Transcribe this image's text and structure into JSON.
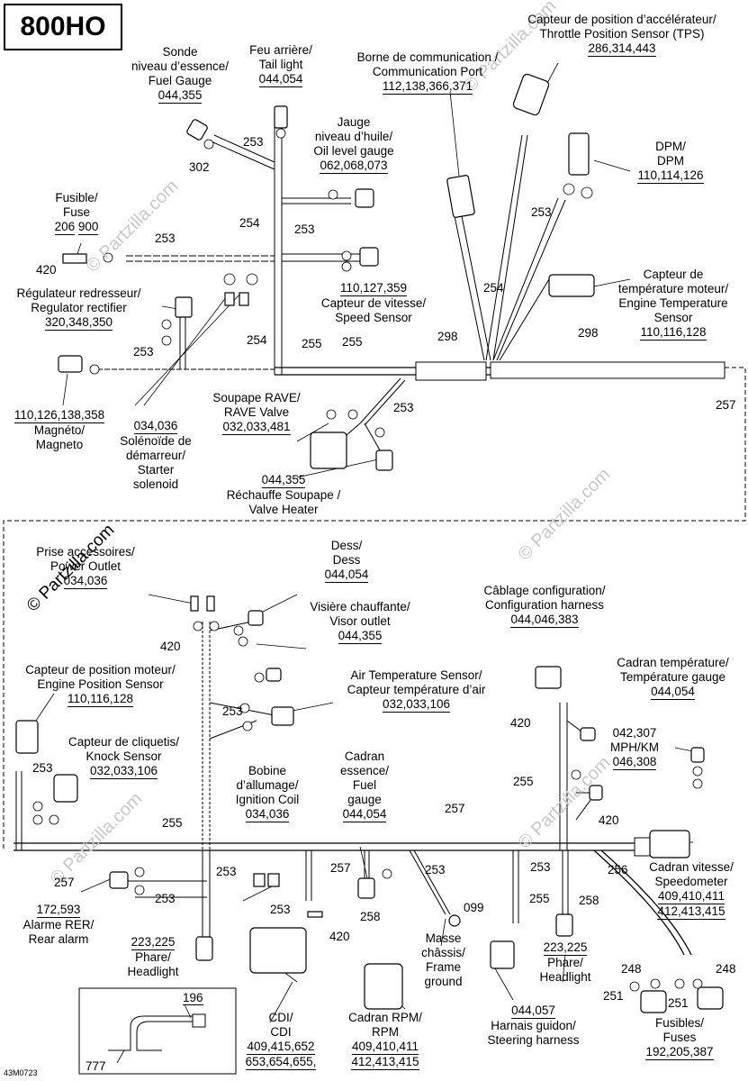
{
  "header": {
    "model": "800HO",
    "doc_id": "43M0723"
  },
  "watermark": {
    "text": "© Partzilla.com",
    "short": "Partzilla.com"
  },
  "components": {
    "throttle": {
      "fr": "Capteur de position d’accélérateur/",
      "en": "Throttle Position Sensor (TPS)",
      "parts": "286,314,443"
    },
    "fuel_sender": {
      "l1": "Sonde",
      "l2": "niveau d’essence/",
      "l3": "Fuel Gauge",
      "parts": "044,355"
    },
    "tail_light": {
      "fr": "Feu arrière/",
      "en": "Tail light",
      "parts": "044,054"
    },
    "comm_port": {
      "fr": "Borne de communication /",
      "en": "Communication Port",
      "parts": "112,138,366,371"
    },
    "oil_gauge": {
      "l1": "Jauge",
      "l2": "niveau d’huile/",
      "l3": "Oil level gauge",
      "parts": "062,068,073"
    },
    "dpm": {
      "fr": "DPM/",
      "en": "DPM",
      "parts": "110,114,126"
    },
    "fuse": {
      "fr": "Fusible/",
      "en": "Fuse",
      "p1": "206",
      "p2": "900"
    },
    "speed_sensor": {
      "parts": "110,127,359",
      "fr": "Capteur de vitesse/",
      "en": "Speed Sensor"
    },
    "engine_temp": {
      "l1": "Capteur de",
      "l2": "température moteur/",
      "l3": "Engine Temperature",
      "l4": "Sensor",
      "parts": "110,116,128"
    },
    "regulator": {
      "fr": "Régulateur redresseur/",
      "en": "Regulator rectifier",
      "parts": "320,348,350"
    },
    "magneto": {
      "parts": "110,126,138,358",
      "fr": "Magnéto/",
      "en": "Magneto"
    },
    "rave": {
      "fr": "Soupape RAVE/",
      "en": "RAVE Valve",
      "parts": "032,033,481"
    },
    "starter": {
      "parts": "034,036",
      "l1": "Solénoïde de",
      "l2": "démarreur/",
      "l3": "Starter",
      "l4": "solenoid"
    },
    "valve_heater": {
      "parts": "044,355",
      "fr": "Réchauffe Soupape /",
      "en": "Valve Heater"
    },
    "power_outlet": {
      "fr": "Prise accessoires/",
      "en": "Power Outlet",
      "parts": "034,036"
    },
    "dess": {
      "fr": "Dess/",
      "en": "Dess",
      "parts": "044,054"
    },
    "visor": {
      "fr": "Visière chauffante/",
      "en": "Visor outlet",
      "parts": "044,355"
    },
    "config": {
      "fr": "Câblage configuration/",
      "en": "Configuration harness",
      "parts": "044,046,383"
    },
    "engine_pos": {
      "fr": "Capteur de position moteur/",
      "en": "Engine Position Sensor",
      "parts": "110,116,128"
    },
    "air_temp": {
      "en": "Air Temperature Sensor/",
      "fr": "Capteur température d’air",
      "parts": "032,033,106"
    },
    "temp_gauge": {
      "fr": "Cadran température/",
      "en": "Température gauge",
      "parts": "044,054"
    },
    "knock": {
      "fr": "Capteur de cliquetis/",
      "en": "Knock Sensor",
      "parts": "032,033,106"
    },
    "mph": {
      "parts_a": "042,307",
      "label": "MPH/KM",
      "parts_b": "046,308"
    },
    "ignition": {
      "l1": "Bobine",
      "l2": "d’allumage/",
      "l3": "Ignition Coil",
      "parts": "034,036"
    },
    "fuel_gauge": {
      "l1": "Cadran",
      "l2": "essence/",
      "l3": "Fuel",
      "l4": "gauge",
      "parts": "044,054"
    },
    "speedometer": {
      "fr": "Cadran vitesse/",
      "en": "Speedometer",
      "p1": "409,410,411",
      "p2": "412,413,415"
    },
    "rear_alarm": {
      "parts": "172,593",
      "fr": "Alarme RER/",
      "en": "Rear alarm"
    },
    "headlight_l": {
      "parts": "223,225",
      "fr": "Phare/",
      "en": "Headlight"
    },
    "headlight_r": {
      "parts": "223,225",
      "fr": "Phare/",
      "en": "Headlight"
    },
    "ground": {
      "part": "099",
      "l1": "Masse",
      "l2": "châssis/",
      "l3": "Frame",
      "l4": "ground"
    },
    "cdi": {
      "fr": "CDI/",
      "en": "CDI",
      "p1": "409,415,652",
      "p2": "653,654,655,"
    },
    "rpm": {
      "fr": "Cadran RPM/",
      "en": "RPM",
      "p1": "409,410,411",
      "p2": "412,413,415"
    },
    "steering": {
      "parts": "044,057",
      "fr": "Harnais guidon/",
      "en": "Steering harness"
    },
    "fuses": {
      "fr": "Fusibles/",
      "en": "Fuses",
      "parts": "192,205,387"
    }
  },
  "callouts": {
    "c302": "302",
    "c253a": "253",
    "c254a": "254",
    "c253b": "253",
    "c253c": "253",
    "c420a": "420",
    "c253d": "253",
    "c254b": "254",
    "c255a": "255",
    "c255b": "255",
    "c298a": "298",
    "c298b": "298",
    "c254c": "254",
    "c253e": "253",
    "c257a": "257",
    "c253f": "253",
    "c420b": "420",
    "c253g": "253",
    "c253h": "253",
    "c420c": "420",
    "c255c": "255",
    "c420d": "420",
    "c255d": "255",
    "c257b": "257",
    "c257c": "257",
    "c253i": "253",
    "c253j": "253",
    "c257d": "257",
    "c253k": "253",
    "c420e": "420",
    "c258a": "258",
    "c253l": "253",
    "c253m": "253",
    "c255e": "255",
    "c258b": "258",
    "c256": "256",
    "c248a": "248",
    "c248b": "248",
    "c251a": "251",
    "c251b": "251",
    "c196": "196",
    "c777": "777"
  }
}
